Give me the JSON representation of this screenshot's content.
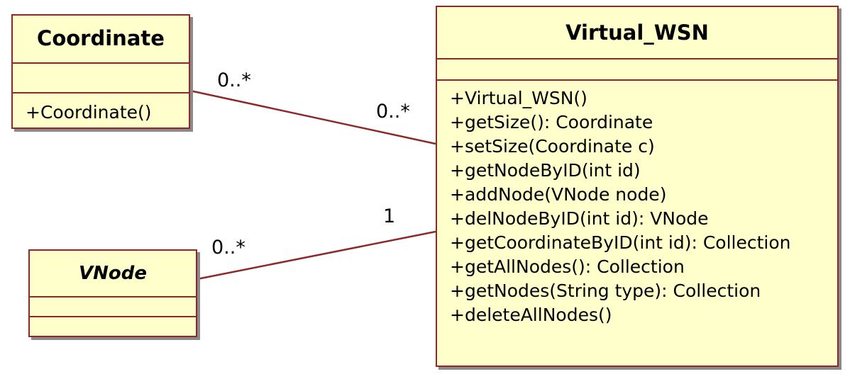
{
  "colors": {
    "class_fill": "#ffffcc",
    "border": "#8a2a2a",
    "association_line": "#8a2a2a",
    "shadow": "#8a8a8a"
  },
  "classes": {
    "coordinate": {
      "name": "Coordinate",
      "attributes": [],
      "operations": [
        "+Coordinate()"
      ]
    },
    "vnode": {
      "name": "VNode",
      "abstract": true,
      "attributes": [],
      "operations": []
    },
    "virtual_wsn": {
      "name": "Virtual_WSN",
      "attributes": [],
      "operations": [
        "+Virtual_WSN()",
        "+getSize(): Coordinate",
        "+setSize(Coordinate c)",
        "+getNodeByID(int id)",
        "+addNode(VNode node)",
        "+delNodeByID(int id): VNode",
        "+getCoordinateByID(int id): Collection",
        "+getAllNodes(): Collection",
        "+getNodes(String type): Collection",
        "+deleteAllNodes()"
      ]
    }
  },
  "associations": [
    {
      "from": "Coordinate",
      "to": "Virtual_WSN",
      "from_multiplicity": "0..*",
      "to_multiplicity": "0..*"
    },
    {
      "from": "VNode",
      "to": "Virtual_WSN",
      "from_multiplicity": "0..*",
      "to_multiplicity": "1"
    }
  ]
}
